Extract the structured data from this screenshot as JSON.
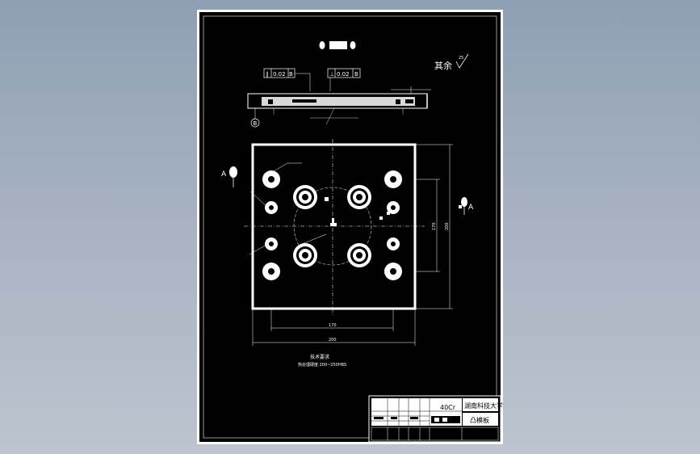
{
  "drawing": {
    "part_heading": "",
    "remaining_roughness_label": "其余",
    "remaining_roughness_value": "25",
    "tolerance_frames": [
      {
        "symbol": "∥",
        "value": "0.02",
        "datum": "B"
      },
      {
        "symbol": "⊥",
        "value": "0.02",
        "datum": "B"
      }
    ],
    "datum_bubble": "B",
    "section_label_left": "A",
    "section_label_right": "A",
    "dimensions": {
      "inner_width": "170",
      "outer_width": "200",
      "inner_height": "170",
      "outer_height": "200"
    },
    "notes": {
      "title": "技术要求",
      "line1": "热处理硬度 200~250HBS"
    },
    "title_block": {
      "material": "40Cr",
      "school": "湖南科技大学",
      "part_name": "凸模板"
    }
  }
}
